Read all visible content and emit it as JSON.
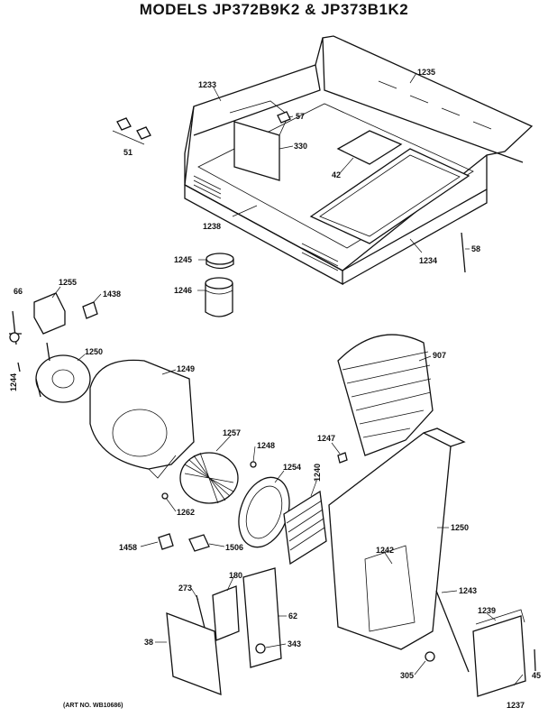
{
  "title": "MODELS JP372B9K2 & JP373B1K2",
  "art_number": "(ART NO. WB10686)",
  "callouts": {
    "c1233": "1233",
    "c1235": "1235",
    "c57": "57",
    "c330": "330",
    "c51": "51",
    "c42": "42",
    "c1238": "1238",
    "c1234": "1234",
    "c58": "58",
    "c1245": "1245",
    "c1246": "1246",
    "c66": "66",
    "c1255": "1255",
    "c1438": "1438",
    "c1250a": "1250",
    "c1244": "1244",
    "c1249": "1249",
    "c907": "907",
    "c1257": "1257",
    "c1248": "1248",
    "c1247": "1247",
    "c1254": "1254",
    "c1240": "1240",
    "c1262": "1262",
    "c1250b": "1250",
    "c1458": "1458",
    "c1506": "1506",
    "c1242": "1242",
    "c180": "180",
    "c273": "273",
    "c62": "62",
    "c1243": "1243",
    "c38": "38",
    "c343": "343",
    "c1239": "1239",
    "c305": "305",
    "c45": "45",
    "c1237": "1237"
  }
}
